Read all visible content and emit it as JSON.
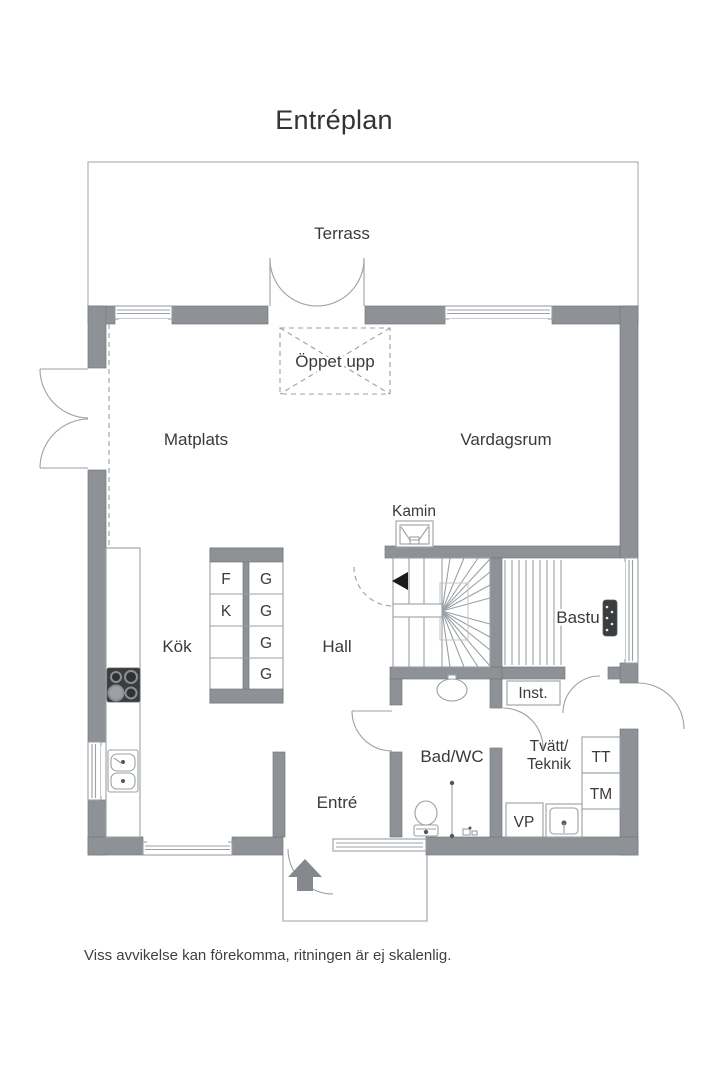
{
  "title": "Entréplan",
  "footer": "Viss avvikelse kan förekomma, ritningen är ej skalenlig.",
  "colors": {
    "wall": "#8e9296",
    "wall-edge": "#75797d",
    "line": "#9aa0a4",
    "text": "#3a3a3a",
    "dark": "#3a3d40"
  },
  "rooms": {
    "terrace": "Terrass",
    "open_above": "Öppet upp",
    "dining": "Matplats",
    "living": "Vardagsrum",
    "kitchen": "Kök",
    "hall": "Hall",
    "fireplace": "Kamin",
    "sauna": "Bastu",
    "installation": "Inst.",
    "bathroom": "Bad/WC",
    "laundry_line1": "Tvätt/",
    "laundry_line2": "Teknik",
    "entrance": "Entré"
  },
  "appliances": {
    "island_left_column": [
      "F",
      "K",
      "",
      ""
    ],
    "island_right_column": [
      "G",
      "G",
      "G",
      "G"
    ],
    "dryer": "TT",
    "washer": "TM",
    "heat_pump": "VP"
  }
}
